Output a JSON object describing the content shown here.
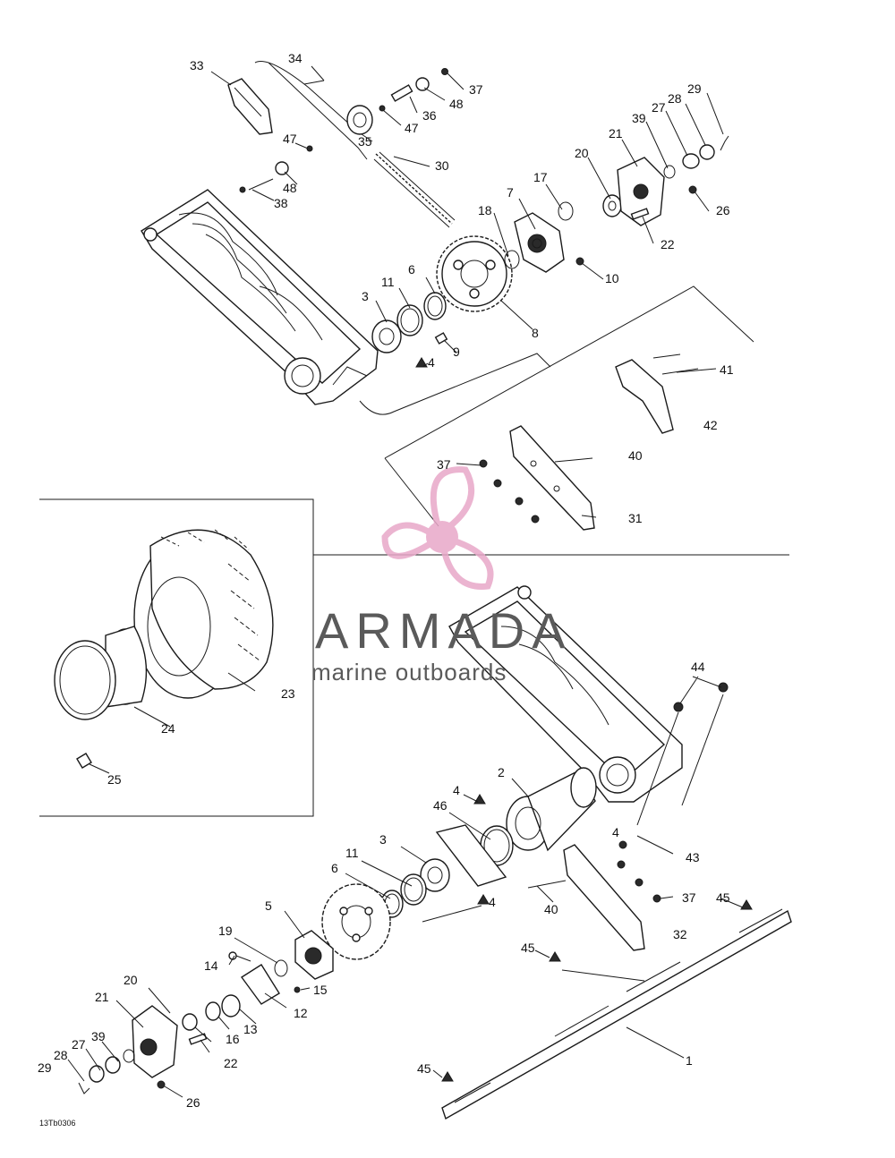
{
  "figure_code": "13Tb0306",
  "watermark": {
    "brand": "ARMADA",
    "tagline": "marine outboards",
    "colors": {
      "pink": "#e8a7c8",
      "gray": "#5a5a5a"
    },
    "icon": "propeller-icon"
  },
  "callouts": {
    "c1": "1",
    "c2": "2",
    "c3a": "3",
    "c3b": "3",
    "c4a": "4",
    "c4b": "4",
    "c4c": "4",
    "c4d": "4",
    "c5": "5",
    "c6a": "6",
    "c6b": "6",
    "c7": "7",
    "c8": "8",
    "c9": "9",
    "c10": "10",
    "c11a": "11",
    "c11b": "11",
    "c12": "12",
    "c13": "13",
    "c14": "14",
    "c15": "15",
    "c16": "16",
    "c17": "17",
    "c18": "18",
    "c19": "19",
    "c20a": "20",
    "c20b": "20",
    "c21a": "21",
    "c21b": "21",
    "c22a": "22",
    "c22b": "22",
    "c23": "23",
    "c24": "24",
    "c25": "25",
    "c26a": "26",
    "c26b": "26",
    "c27a": "27",
    "c27b": "27",
    "c28a": "28",
    "c28b": "28",
    "c29a": "29",
    "c29b": "29",
    "c30": "30",
    "c31": "31",
    "c32": "32",
    "c33": "33",
    "c34": "34",
    "c35": "35",
    "c36": "36",
    "c37a": "37",
    "c37b": "37",
    "c37c": "37",
    "c38": "38",
    "c39a": "39",
    "c39b": "39",
    "c40a": "40",
    "c40b": "40",
    "c41": "41",
    "c42": "42",
    "c43": "43",
    "c44": "44",
    "c45a": "45",
    "c45b": "45",
    "c45c": "45",
    "c46": "46",
    "c47a": "47",
    "c47b": "47",
    "c48a": "48",
    "c48b": "48"
  }
}
